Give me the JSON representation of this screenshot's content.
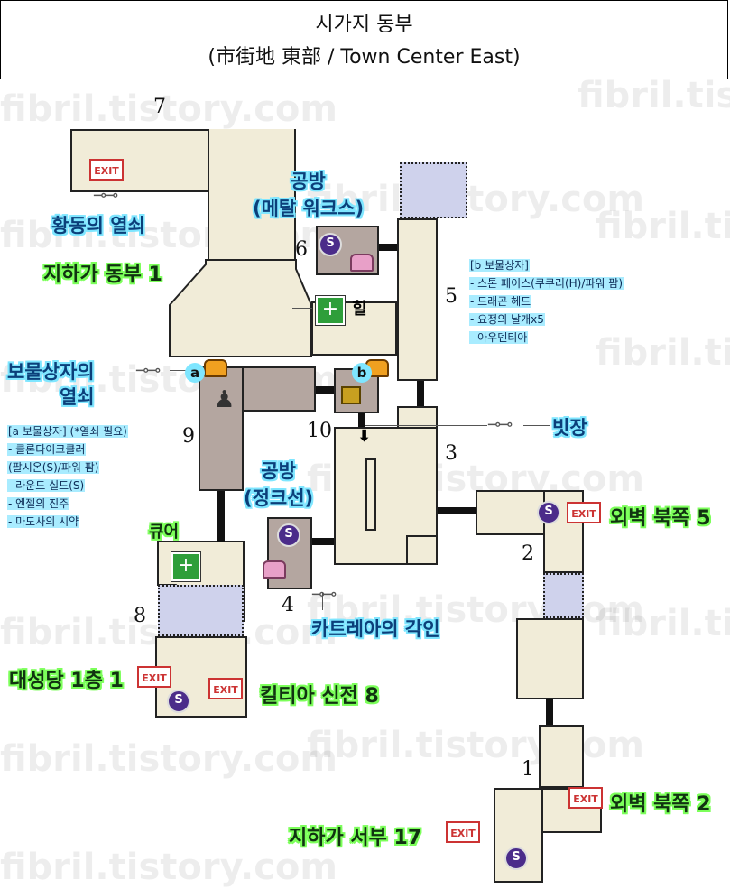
{
  "title": {
    "line1": "시가지 동부",
    "line2": "(市街地 東部 / Town Center East)"
  },
  "watermark": "fibril.tistory.com",
  "room_numbers": [
    "7",
    "6",
    "5",
    "9",
    "10",
    "3",
    "4",
    "2",
    "8",
    "1"
  ],
  "labels": {
    "key_hwangdong": "황동의 열쇠",
    "underground_east": "지하가 동부 1",
    "workshop_metal": "공방\n(메탈 워크스)",
    "heal": "힐",
    "treasure_key": "보물상자의\n열쇠",
    "bitjang": "빗장",
    "workshop_jeong": "공방\n(정크선)",
    "outer_wall_north5": "외벽 북쪽 5",
    "cure": "큐어",
    "cathedral": "대성당 1층 1",
    "kiltia": "킬티아 신전 8",
    "katria": "카트레아의 각인",
    "outer_wall_north2": "외벽 북쪽 2",
    "underground_west": "지하가 서부 17"
  },
  "list_b": [
    "[b 보물상자]",
    "- 스톤 페이스(쿠쿠리(H)/파워 팜)",
    "- 드래곤 헤드",
    "- 요정의 날개x5",
    "- 아우덴티아"
  ],
  "list_a": [
    "[a 보물상자] (*열쇠 필요)",
    "- 클론다이크클러",
    "(팔시온(S)/파워 팜)",
    "- 라운드 실드(S)",
    "- 엔젤의 진주",
    "- 마도사의 시약"
  ],
  "markers": {
    "a": "a",
    "b": "b",
    "exit": "EXIT",
    "shop": "S"
  },
  "colors": {
    "room": "#f1ecd8",
    "dark_room": "#b4a6a0",
    "unexplored": "#cfd2ec",
    "green_label": "#7cff5a",
    "cyan_label": "#7fe6ff"
  }
}
